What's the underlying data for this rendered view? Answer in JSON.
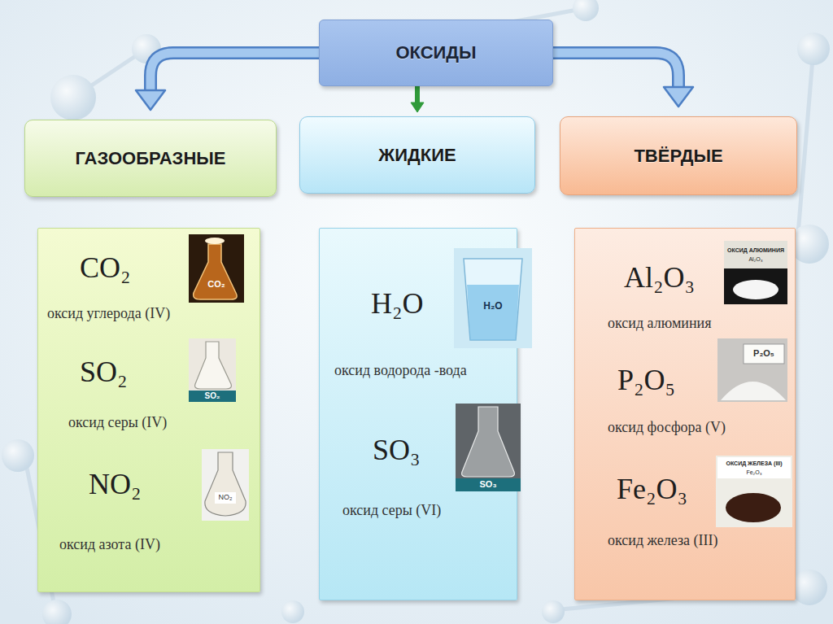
{
  "diagram": {
    "nodes": [
      {
        "text": [
          "ОКСИДЫ"
        ]
      },
      {
        "text": [
          "ГАЗООБРАЗНЫЕ"
        ]
      },
      {
        "text": [
          "ЖИДКИЕ"
        ]
      },
      {
        "text": [
          "ТВЁРДЫЕ"
        ]
      },
      {
        "text": [
          "CO₂",
          "оксид углерода (IV)",
          "SO₂",
          "оксид серы (IV)",
          "NO₂",
          "оксид азота (IV)"
        ]
      },
      {
        "text": [
          "H₂O",
          "оксид водорода -вода",
          "SO₃",
          "оксид серы (VI)"
        ]
      },
      {
        "text": [
          "Al₂O₃",
          "оксид алюминия",
          "P₂O₅",
          "оксид фосфора (V)",
          "Fe₂O₃",
          "оксид железа (III)"
        ]
      }
    ],
    "edges": [
      {
        "from": 0,
        "to": 1,
        "arrow": "to"
      },
      {
        "from": 0,
        "to": 2,
        "arrow": "to"
      },
      {
        "from": 0,
        "to": 3,
        "arrow": "to"
      }
    ],
    "labels": [
      "CO₂",
      "SO₂",
      "NO₂",
      "H₂O",
      "SO₃",
      "ОКСИД АЛЮМИНИЯ",
      "Al₂O₃",
      "P₂O₅",
      "ОКСИД ЖЕЛЕЗА (III)",
      "Fe₂O₃"
    ]
  }
}
